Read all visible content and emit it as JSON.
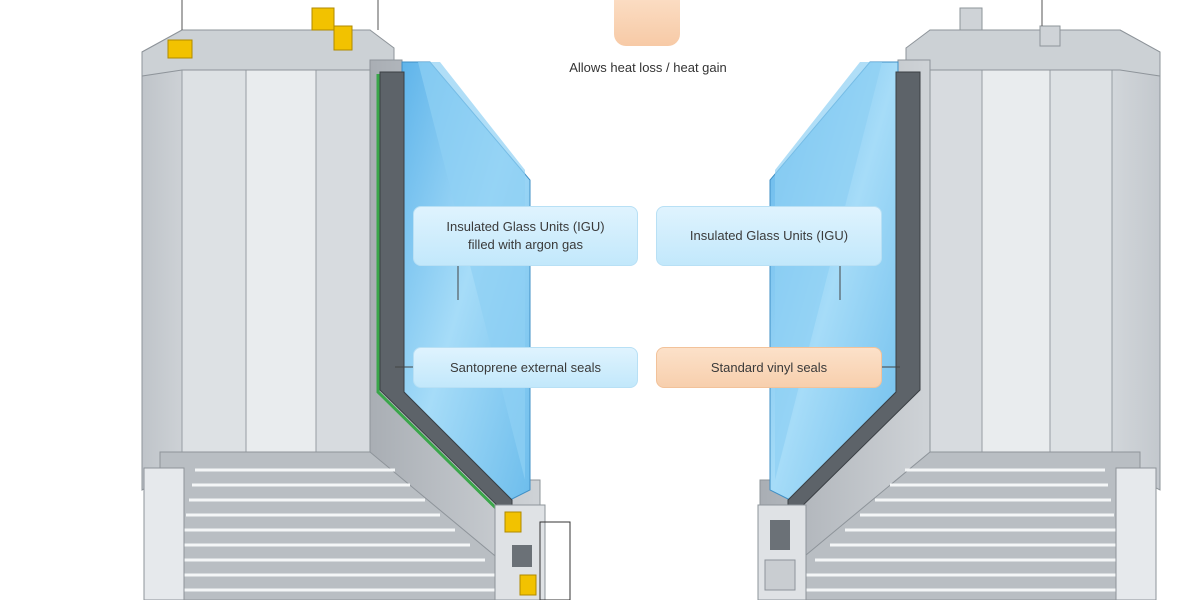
{
  "legend": {
    "text": "Allows heat loss / heat gain",
    "color": "#f8cfae"
  },
  "labels": {
    "igu_argon": "Insulated Glass Units (IGU)\nfilled with argon gas",
    "igu": "Insulated Glass Units (IGU)",
    "santoprene": "Santoprene external seals",
    "vinyl": "Standard vinyl seals"
  },
  "colors": {
    "blue_label": "#cbeafb",
    "orange_label": "#f8cfae",
    "glass": "#7cc6ef",
    "frame": "#d2d6da",
    "gasket": "#f2c200",
    "green_seal": "#3aa64a"
  }
}
